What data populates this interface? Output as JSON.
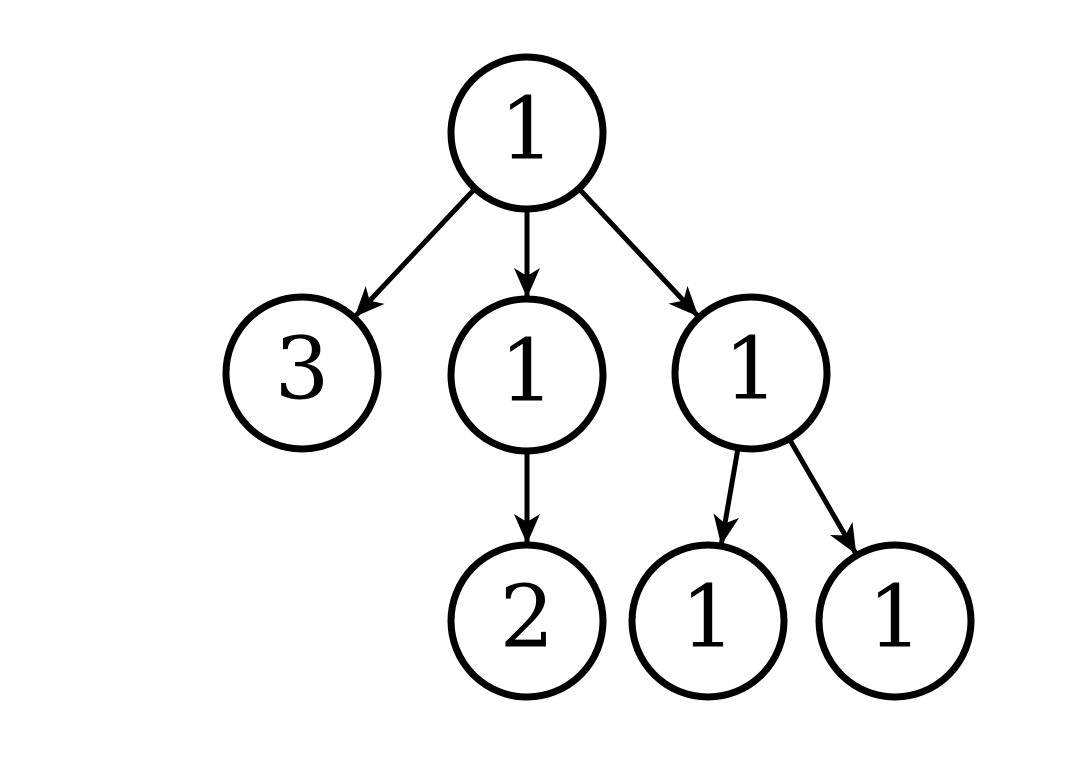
{
  "tree": {
    "nodes": [
      {
        "id": "root",
        "label": "1"
      },
      {
        "id": "a",
        "label": "3"
      },
      {
        "id": "b",
        "label": "1"
      },
      {
        "id": "c",
        "label": "1"
      },
      {
        "id": "b1",
        "label": "2"
      },
      {
        "id": "c1",
        "label": "1"
      },
      {
        "id": "c2",
        "label": "1"
      }
    ],
    "edges": [
      {
        "from": "root",
        "to": "a"
      },
      {
        "from": "root",
        "to": "b"
      },
      {
        "from": "root",
        "to": "c"
      },
      {
        "from": "b",
        "to": "b1"
      },
      {
        "from": "c",
        "to": "c1"
      },
      {
        "from": "c",
        "to": "c2"
      }
    ]
  },
  "style": {
    "stroke_color": "#000000",
    "fill_color": "#ffffff"
  }
}
